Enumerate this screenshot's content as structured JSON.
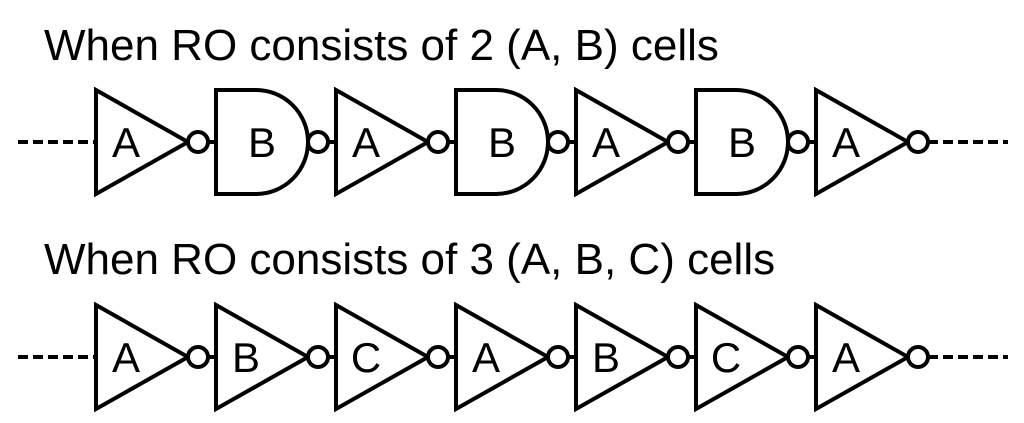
{
  "rows": [
    {
      "heading": "When RO consists of 2 (A, B) cells",
      "cells": [
        {
          "label": "A",
          "shape": "inverter"
        },
        {
          "label": "B",
          "shape": "nand"
        },
        {
          "label": "A",
          "shape": "inverter"
        },
        {
          "label": "B",
          "shape": "nand"
        },
        {
          "label": "A",
          "shape": "inverter"
        },
        {
          "label": "B",
          "shape": "nand"
        },
        {
          "label": "A",
          "shape": "inverter"
        }
      ]
    },
    {
      "heading": "When RO consists of 3 (A, B, C) cells",
      "cells": [
        {
          "label": "A",
          "shape": "inverter"
        },
        {
          "label": "B",
          "shape": "inverter"
        },
        {
          "label": "C",
          "shape": "inverter"
        },
        {
          "label": "A",
          "shape": "inverter"
        },
        {
          "label": "B",
          "shape": "inverter"
        },
        {
          "label": "C",
          "shape": "inverter"
        },
        {
          "label": "A",
          "shape": "inverter"
        }
      ]
    }
  ],
  "colors": {
    "stroke": "#000000",
    "background": "#ffffff"
  }
}
